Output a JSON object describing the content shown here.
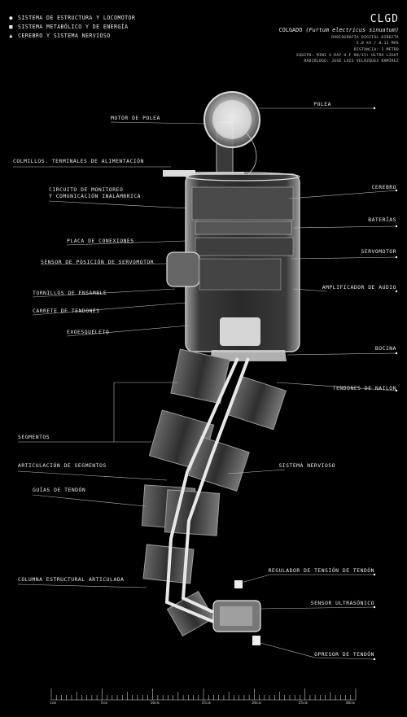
{
  "legend": [
    {
      "icon": "circle-icon",
      "symbol": "●",
      "text": "SISTEMA DE ESTRUCTURA Y LOCOMOTOR"
    },
    {
      "icon": "square-icon",
      "symbol": "■",
      "text": "SISTEMA METABÓLICO Y DE ENERGÍA"
    },
    {
      "icon": "triangle-icon",
      "symbol": "▲",
      "text": "CEREBRO Y SISTEMA NERVIOSO"
    }
  ],
  "header": {
    "code": "CLGD",
    "name_prefix": "COLGADO ",
    "name_latin": "(Furtum electricus sinuatum)",
    "meta": [
      "RADIOGRAFÍA DIGITAL DIRECTA",
      "5.0 kV / 0.12 MAS",
      "DISTANCIA: 1 METRO",
      "EQUIPO: MINI X RAY H.F 90/15+ ULTRA LIGHT",
      "RADIÓLOGO: JOSÉ LUIS VELÁZQUEZ RAMÍREZ"
    ]
  },
  "labels": {
    "motor_polea": "MOTOR DE POLEA",
    "polea": "POLEA",
    "colmillos": "COLMILLOS. TERMINALES DE ALIMENTACIÓN",
    "circuito_1": "CIRCUITO DE MONITOREO",
    "circuito_2": "Y COMUNICACIÓN INALÁMBRICA",
    "cerebro": "CEREBRO",
    "baterias": "BATERÍAS",
    "placa": "PLACA DE CONEXIONES",
    "servomotor": "SERVOMOTOR",
    "sensor_posicion": "SENSOR DE POSICIÓN DE SERVOMOTOR",
    "amplificador": "AMPLIFICADOR DE AUDIO",
    "tornillos": "TORNILLOS DE ENSAMBLE",
    "carrete": "CARRETE DE TENDONES",
    "exoesqueleto": "EXOESQUELETO",
    "bocina": "BOCINA",
    "tendones_nailon": "TENDONES DE NAILON",
    "segmentos": "SEGMENTOS",
    "articulacion": "ARTICULACIÓN DE SEGMENTOS",
    "sistema_nervioso": "SISTEMA NERVIOSO",
    "guias": "GUÍAS DE TENDÓN",
    "regulador": "REGULADOR DE TENSIÓN DE TENDÓN",
    "columna": "COLUMNA ESTRUCTURAL ARTICULADA",
    "sensor_ultra": "SENSOR ULTRASÓNICO",
    "opresor": "OPRESOR DE TENDÓN"
  },
  "ruler": [
    "1cm",
    "5cm",
    "10cm",
    "15cm",
    "20cm",
    "25cm",
    "30cm"
  ]
}
